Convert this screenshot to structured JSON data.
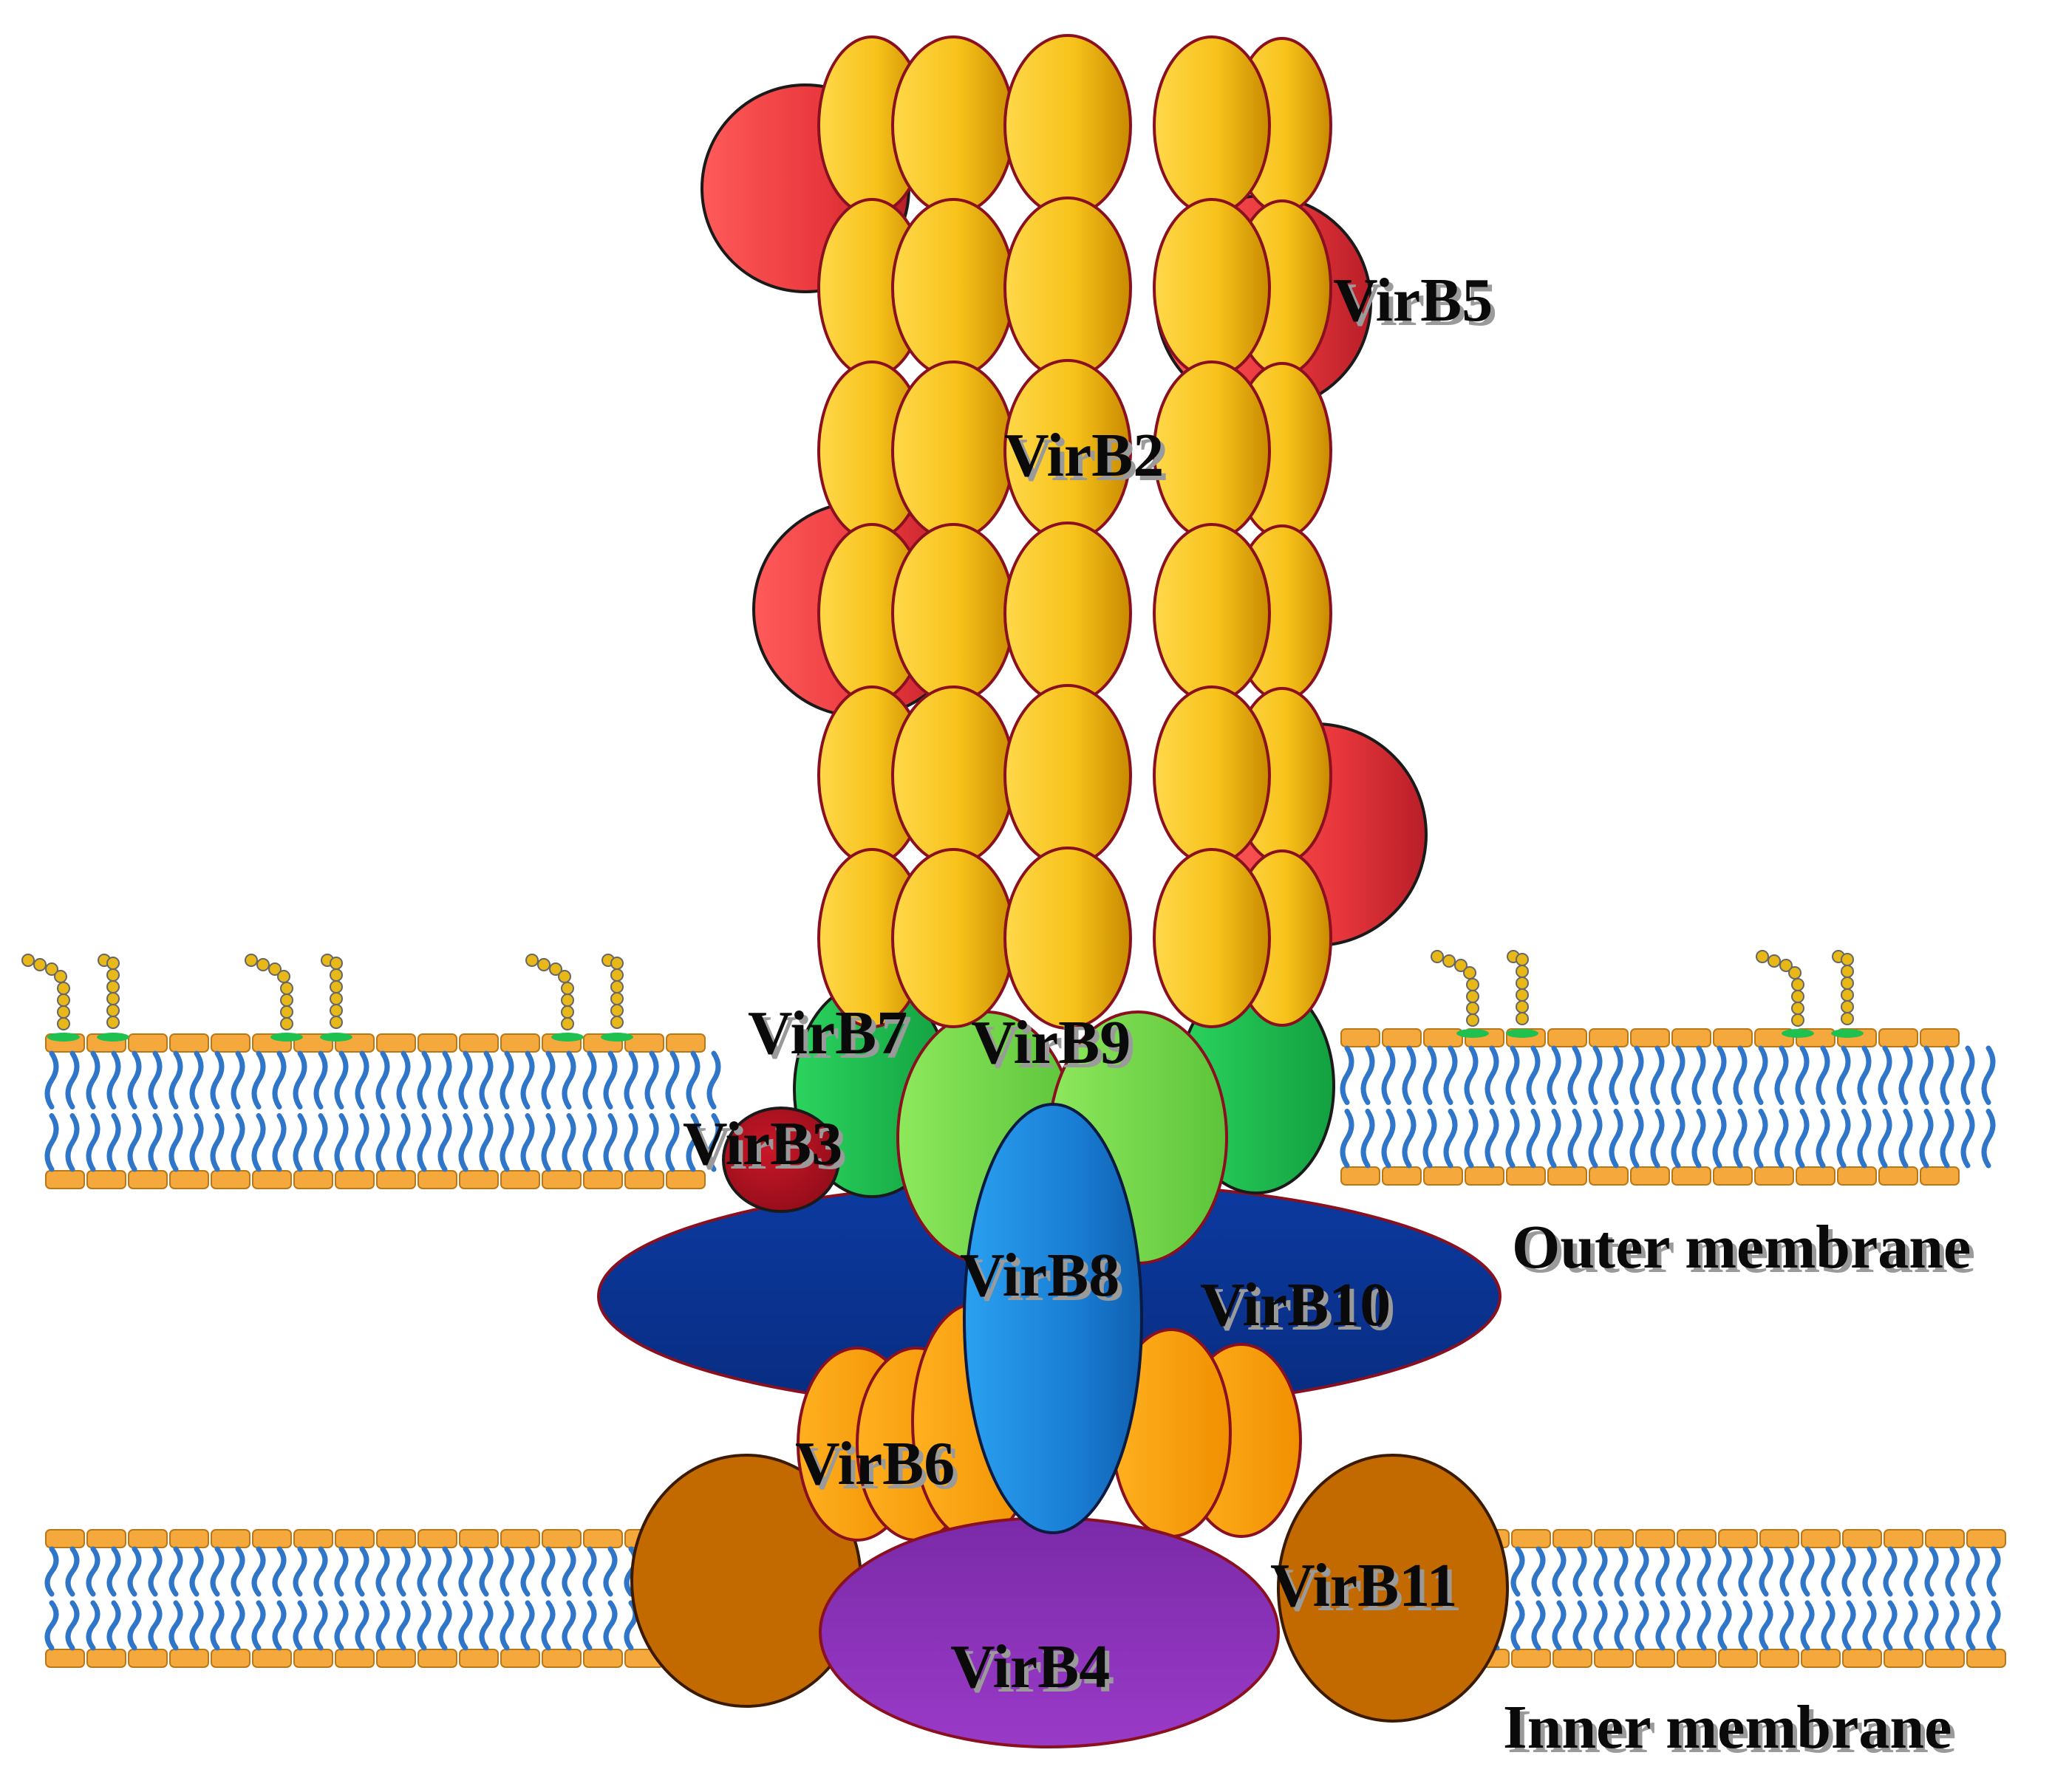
{
  "proteins": {
    "virb2": "VirB2",
    "virb3": "VirB3",
    "virb4": "VirB4",
    "virb5": "VirB5",
    "virb6": "VirB6",
    "virb7": "VirB7",
    "virb8": "VirB8",
    "virb9": "VirB9",
    "virb10": "VirB10",
    "virb11": "VirB11"
  },
  "membranes": {
    "outer": "Outer membrane",
    "inner": "Inner membrane"
  },
  "colors": {
    "virb2_pilin": "#f5b800",
    "virb5_tip": "#e8373c",
    "virb7": "#1ec050",
    "virb9": "#7fe04a",
    "virb3": "#a8101c",
    "virb10": "#0a2e8a",
    "virb8": "#1a7fd6",
    "virb6": "#ffa000",
    "virb11": "#c26a00",
    "virb4": "#8a2eb8",
    "lipid_head": "#f5a83c",
    "lipid_tail": "#2f75c8",
    "lps_bead": "#e8b818"
  }
}
